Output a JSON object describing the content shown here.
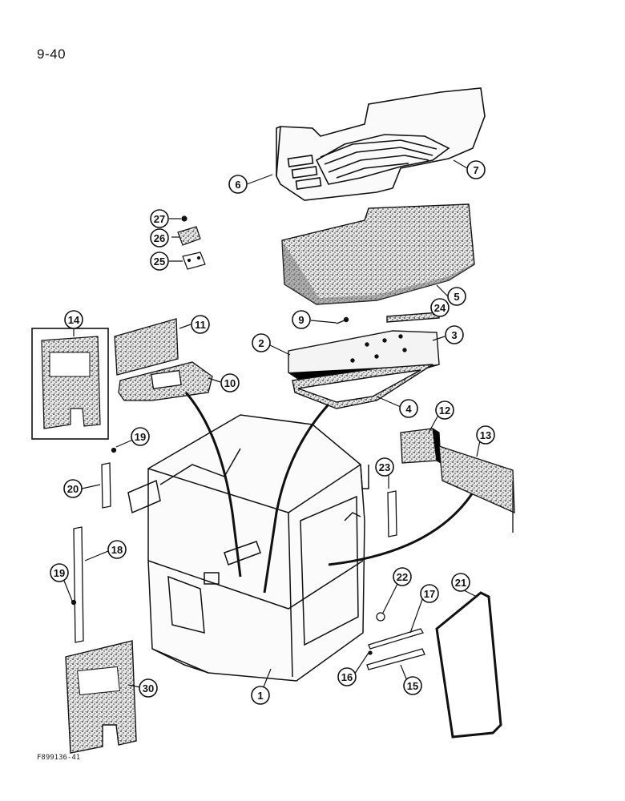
{
  "page_number": "9-40",
  "figure_code": "F899136-41",
  "callouts": [
    {
      "id": "1",
      "label": "1"
    },
    {
      "id": "2",
      "label": "2"
    },
    {
      "id": "3",
      "label": "3"
    },
    {
      "id": "4",
      "label": "4"
    },
    {
      "id": "5",
      "label": "5"
    },
    {
      "id": "6",
      "label": "6"
    },
    {
      "id": "7",
      "label": "7"
    },
    {
      "id": "9",
      "label": "9"
    },
    {
      "id": "10",
      "label": "10"
    },
    {
      "id": "11",
      "label": "11"
    },
    {
      "id": "12",
      "label": "12"
    },
    {
      "id": "13",
      "label": "13"
    },
    {
      "id": "14",
      "label": "14"
    },
    {
      "id": "15",
      "label": "15"
    },
    {
      "id": "16",
      "label": "16"
    },
    {
      "id": "17",
      "label": "17"
    },
    {
      "id": "18",
      "label": "18"
    },
    {
      "id": "19a",
      "label": "19"
    },
    {
      "id": "19b",
      "label": "19"
    },
    {
      "id": "20",
      "label": "20"
    },
    {
      "id": "21",
      "label": "21"
    },
    {
      "id": "22",
      "label": "22"
    },
    {
      "id": "23",
      "label": "23"
    },
    {
      "id": "24",
      "label": "24"
    },
    {
      "id": "25",
      "label": "25"
    },
    {
      "id": "26",
      "label": "26"
    },
    {
      "id": "27",
      "label": "27"
    },
    {
      "id": "30",
      "label": "30"
    }
  ]
}
